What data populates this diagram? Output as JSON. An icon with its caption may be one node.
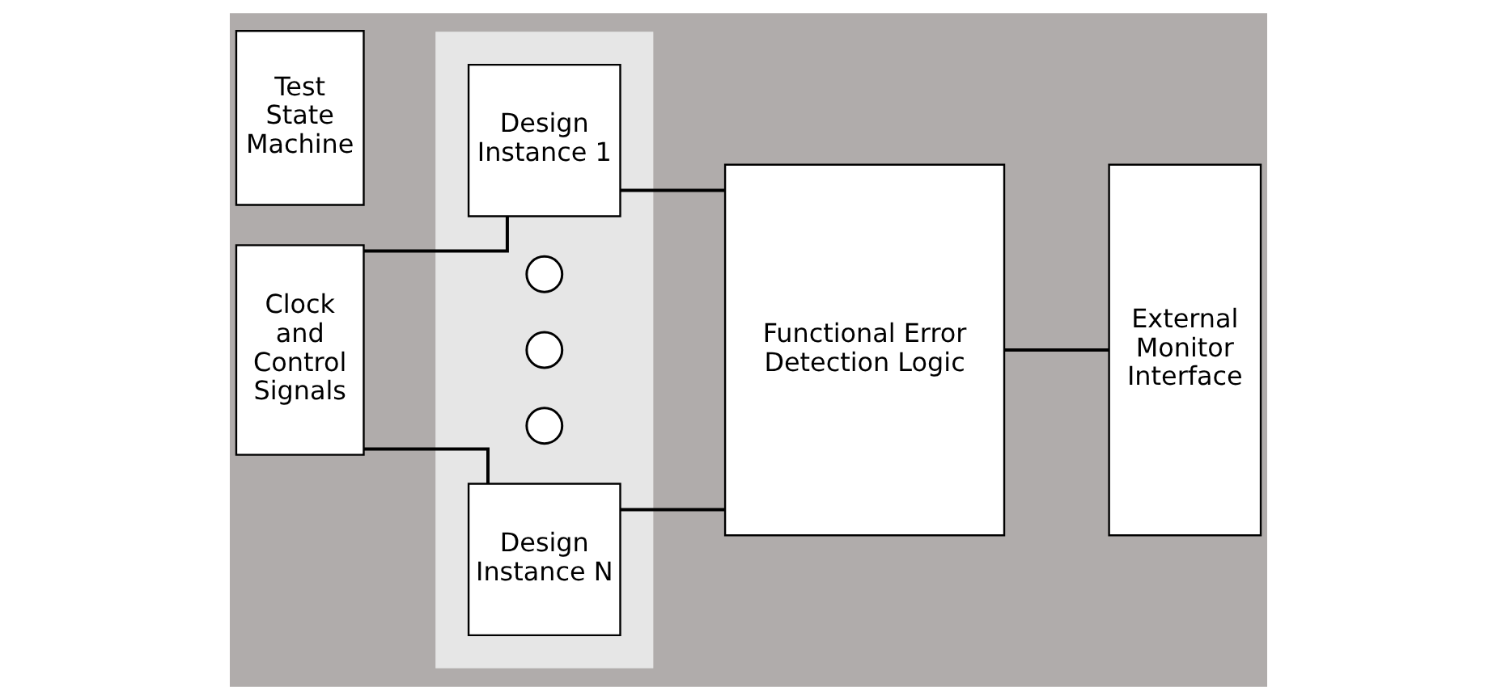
{
  "diagram": {
    "nodes": [
      {
        "text": [
          "Clock and Control Signals"
        ]
      },
      {
        "text": [
          "Test State Machine"
        ]
      },
      {
        "text": [],
        "shape": "box"
      },
      {
        "text": [
          "Design Instance 1"
        ],
        "in": 2
      },
      {
        "text": [],
        "shape": "circle",
        "in": 2
      },
      {
        "text": [],
        "shape": "circle",
        "in": 2
      },
      {
        "text": [],
        "shape": "circle",
        "in": 2
      },
      {
        "text": [
          "Design Instance N"
        ],
        "in": 2
      },
      {
        "text": [
          "Functional Error Detection Logic"
        ]
      },
      {
        "text": [
          "External Monitor Interface"
        ]
      }
    ],
    "edges": [
      {
        "from": 0,
        "to": 3,
        "arrow": "none"
      },
      {
        "from": 0,
        "to": 7,
        "arrow": "none"
      },
      {
        "from": 3,
        "to": 8,
        "arrow": "none"
      },
      {
        "from": 7,
        "to": 8,
        "arrow": "none"
      },
      {
        "from": 8,
        "to": 9,
        "arrow": "none"
      }
    ]
  }
}
